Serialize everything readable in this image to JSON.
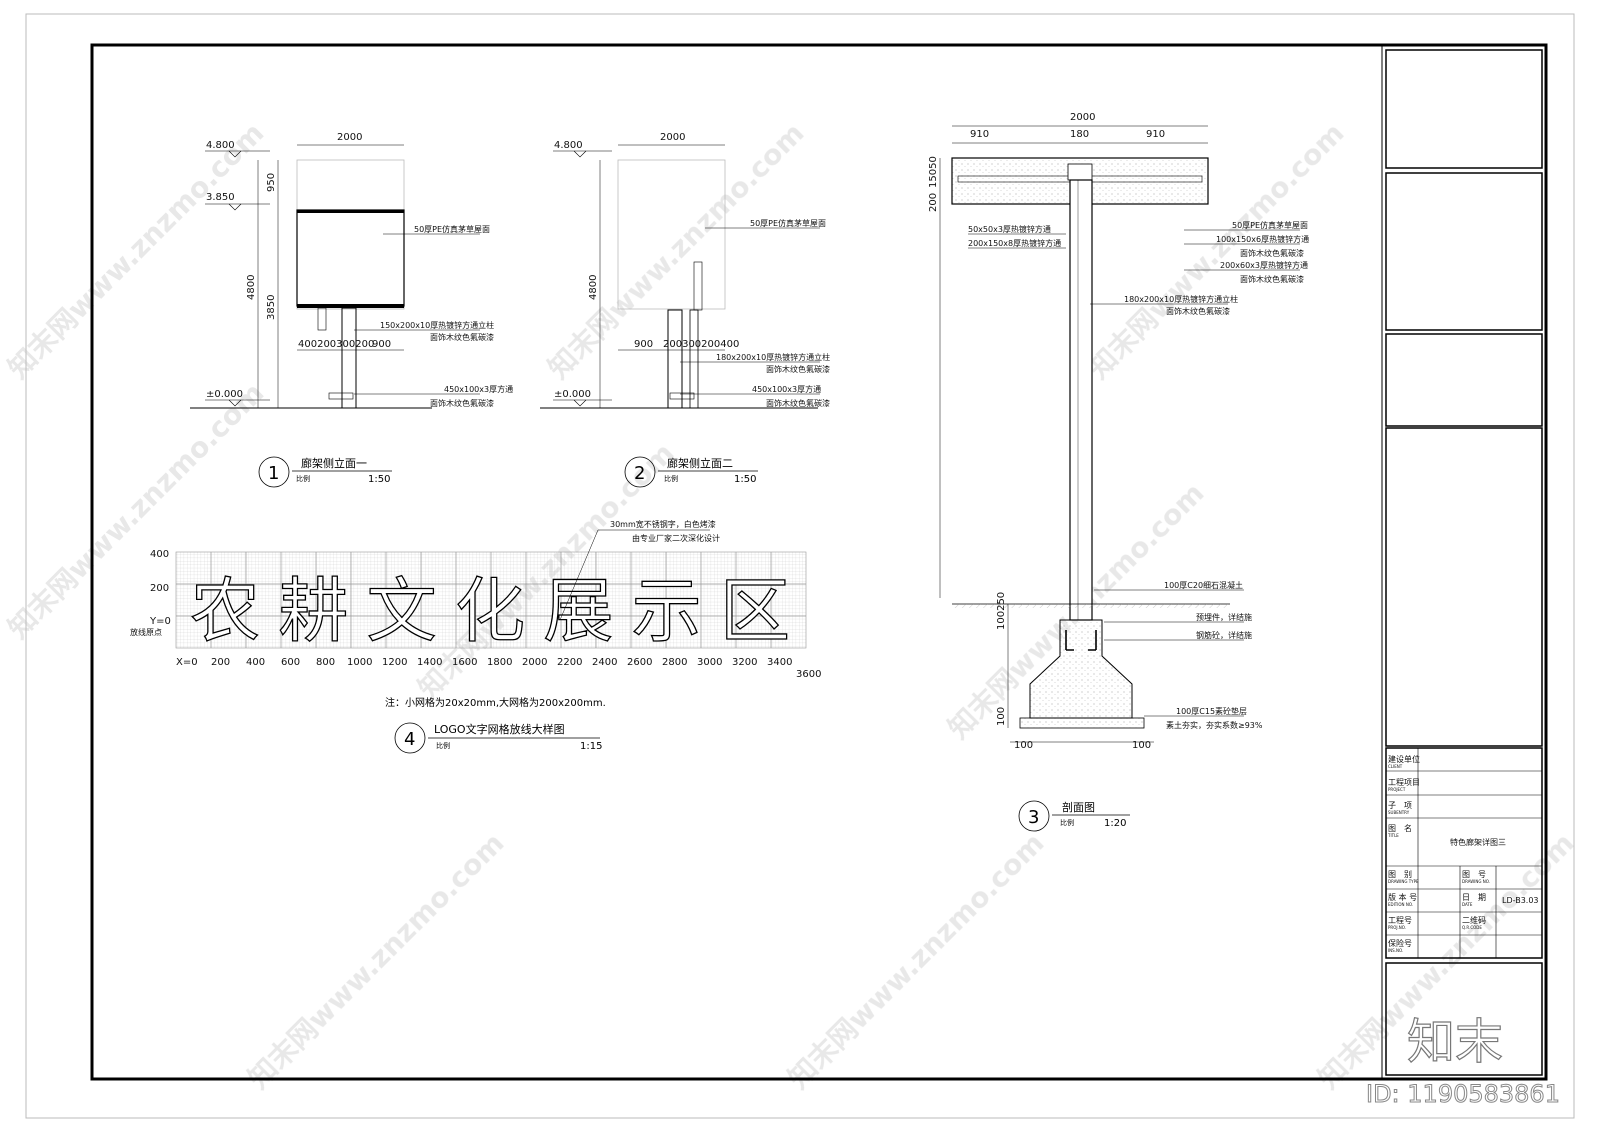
{
  "elevation_1": {
    "number": "1",
    "title": "廊架侧立面一",
    "scale_label": "比例",
    "scale": "1:50",
    "level_top": "4.800",
    "level_mid": "3.850",
    "level_ground": "±0.000",
    "width_dim": "2000",
    "height_total": "4800",
    "height_top": "950",
    "height_lower": "3850",
    "bottom_dims": "400200300200",
    "bottom_right_dim": "900",
    "note_roof": "50厚PE仿真茅草屋面",
    "note_column": "150x200x10厚热镀锌方通立柱",
    "note_column_sub": "面饰木纹色氟碳漆",
    "note_tube": "450x100x3厚方通",
    "note_tube_sub": "面饰木纹色氟碳漆"
  },
  "elevation_2": {
    "number": "2",
    "title": "廊架侧立面二",
    "scale_label": "比例",
    "scale": "1:50",
    "level_top": "4.800",
    "level_ground": "±0.000",
    "width_dim": "2000",
    "height_total": "4800",
    "bottom_left_dim": "900",
    "bottom_dims": "200300200400",
    "note_roof": "50厚PE仿真茅草屋面",
    "note_column": "180x200x10厚热镀锌方通立柱",
    "note_column_sub": "面饰木纹色氟碳漆",
    "note_tube": "450x100x3厚方通",
    "note_tube_sub": "面饰木纹色氟碳漆"
  },
  "section_3": {
    "number": "3",
    "title": "剖面图",
    "scale_label": "比例",
    "scale": "1:20",
    "dim_total": "2000",
    "dim_left": "910",
    "dim_mid": "180",
    "dim_right": "910",
    "dim_top": "15050",
    "dim_roof": "200",
    "dim_base_top": "100250",
    "dim_base_bottom": "100",
    "dim_foot_left": "100",
    "dim_foot_right": "100",
    "note_left_1": "50x50x3厚热镀锌方通",
    "note_left_2": "200x150x8厚热镀锌方通",
    "note_right_1": "50厚PE仿真茅草屋面",
    "note_right_2": "100x150x6厚热镀锌方通",
    "note_right_3": "面饰木纹色氟碳漆",
    "note_right_4": "200x60x3厚热镀锌方通",
    "note_right_5": "面饰木纹色氟碳漆",
    "note_column": "180x200x10厚热镀锌方通立柱",
    "note_column_sub": "面饰木纹色氟碳漆",
    "note_concrete": "100厚C20细石混凝土",
    "note_embed": "预埋件，详结施",
    "note_rebar": "钢筋砼，详结施",
    "note_cushion": "100厚C15素砼垫层",
    "note_soil": "素土夯实，夯实系数≥93%"
  },
  "logo_4": {
    "number": "4",
    "title": "LOGO文字网格放线大样图",
    "scale_label": "比例",
    "scale": "1:15",
    "text": "农耕文化展示区",
    "note_material": "30mm宽不锈钢字，白色烤漆",
    "note_material_sub": "由专业厂家二次深化设计",
    "y_labels": [
      "400",
      "200",
      "Y=0"
    ],
    "origin_label": "放线原点",
    "x_labels": [
      "X=0",
      "200",
      "400",
      "600",
      "800",
      "1000",
      "1200",
      "1400",
      "1600",
      "1800",
      "2000",
      "2200",
      "2400",
      "2600",
      "2800",
      "3000",
      "3200",
      "3400",
      "3600"
    ],
    "grid_note": "注：小网格为20x20mm,大网格为200x200mm."
  },
  "title_block": {
    "client": "建设单位",
    "client_en": "CLIENT",
    "project": "工程项目",
    "project_en": "PROJECT",
    "subentry": "子　项",
    "subentry_en": "SUBENTRY",
    "drawing_name": "图　名",
    "drawing_name_en": "TITLE",
    "drawing_title": "特色廊架详图三",
    "category": "图　别",
    "category_en": "DRAWING TYPE",
    "drawing_no": "图　号",
    "drawing_no_en": "DRAWING NO.",
    "edition": "版 本 号",
    "edition_en": "EDITION NO.",
    "date": "日　期",
    "date_en": "DATE",
    "date_value": "LD-B3.03",
    "project_no": "工程号",
    "project_no_en": "PROJ.NO.",
    "qr": "二维码",
    "qr_en": "Q.R.CODE",
    "insurance": "保险号",
    "insurance_en": "INS.NO."
  },
  "watermark": {
    "text": "知末网www.znzmo.com",
    "logo": "知末",
    "id": "ID: 1190583861"
  }
}
